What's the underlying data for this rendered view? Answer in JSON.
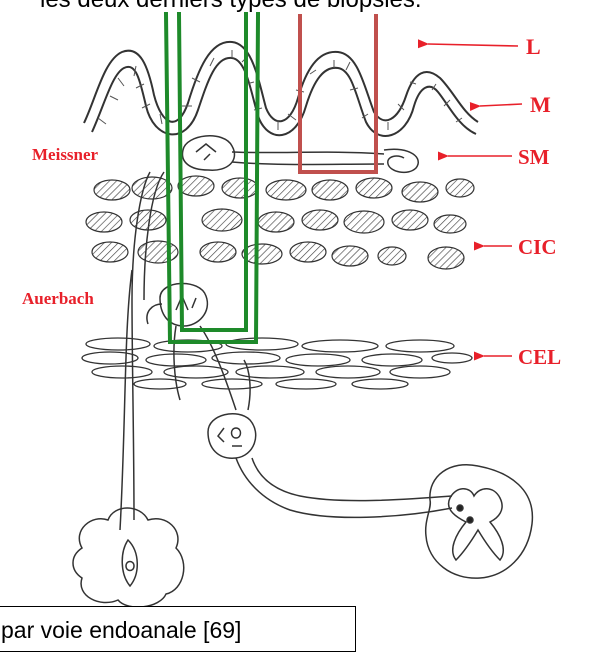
{
  "top_text": "les deux derniers types de biopsies.",
  "caption": "par voie endoanale [69]",
  "layer_labels": [
    "L",
    "M",
    "SM",
    "CIC",
    "CEL"
  ],
  "plexus_labels": {
    "meissner": "Meissner",
    "auerbach": "Auerbach"
  },
  "colors": {
    "label_red": "#e8202a",
    "green_biopsy": "#1e8a2a",
    "red_biopsy": "#c0504d",
    "ink": "#333333"
  }
}
